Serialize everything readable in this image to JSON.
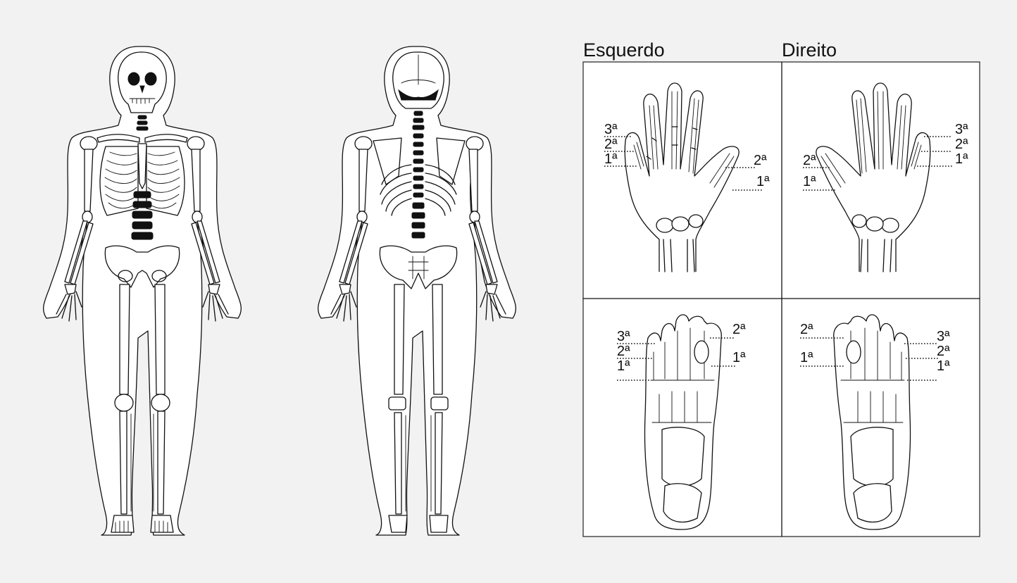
{
  "colors": {
    "background": "#f2f2f2",
    "line": "#111111",
    "panel": "#ffffff"
  },
  "headers": {
    "left": "Esquerdo",
    "right": "Direito"
  },
  "figures": {
    "anterior": {
      "icon": "skeleton-front-icon"
    },
    "posterior": {
      "icon": "skeleton-back-icon"
    }
  },
  "labels": {
    "third": "3ª",
    "second": "2ª",
    "first": "1ª"
  }
}
